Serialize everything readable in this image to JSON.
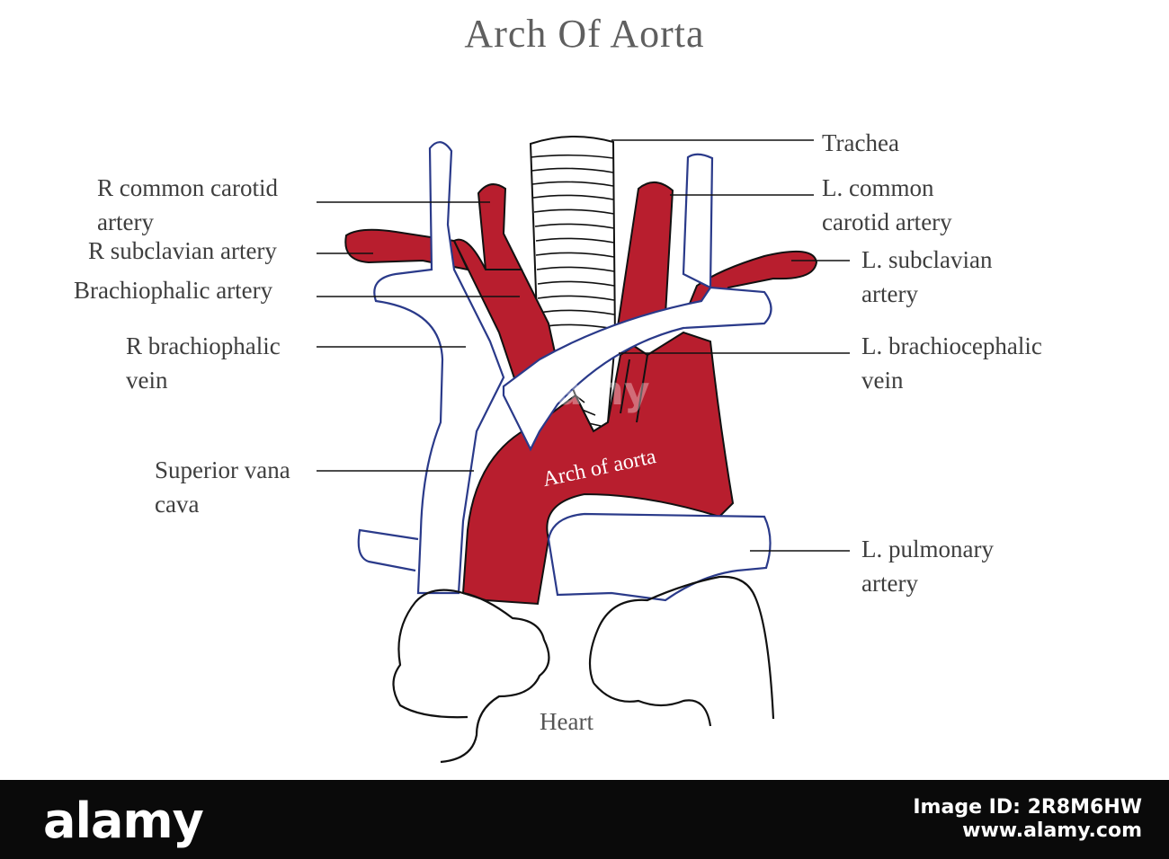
{
  "title": "Arch Of  Aorta",
  "labels": {
    "trachea": "Trachea",
    "r_common_carotid_1": "R common carotid",
    "r_common_carotid_2": "artery",
    "l_common_carotid_1": "L. common",
    "l_common_carotid_2": "carotid artery",
    "r_subclavian": "R subclavian artery",
    "l_subclavian_1": "L. subclavian",
    "l_subclavian_2": "artery",
    "brachiocephalic_artery": "Brachiophalic artery",
    "r_brachio_vein_1": "R brachiophalic",
    "r_brachio_vein_2": "vein",
    "l_brachio_vein_1": "L. brachiocephalic",
    "l_brachio_vein_2": "vein",
    "svc_1": "Superior vana",
    "svc_2": "cava",
    "l_pulmonary_1": "L. pulmonary",
    "l_pulmonary_2": "artery",
    "arch_label": "Arch of  aorta",
    "heart": "Heart"
  },
  "watermark": "alamy",
  "footer": {
    "brand": "alamy",
    "image_id": "Image ID: 2R8M6HW",
    "url": "www.alamy.com"
  },
  "colors": {
    "artery": "#b81e2e",
    "vein_outline": "#2a3a8a",
    "line": "#111111",
    "text": "#3e3e3e"
  }
}
